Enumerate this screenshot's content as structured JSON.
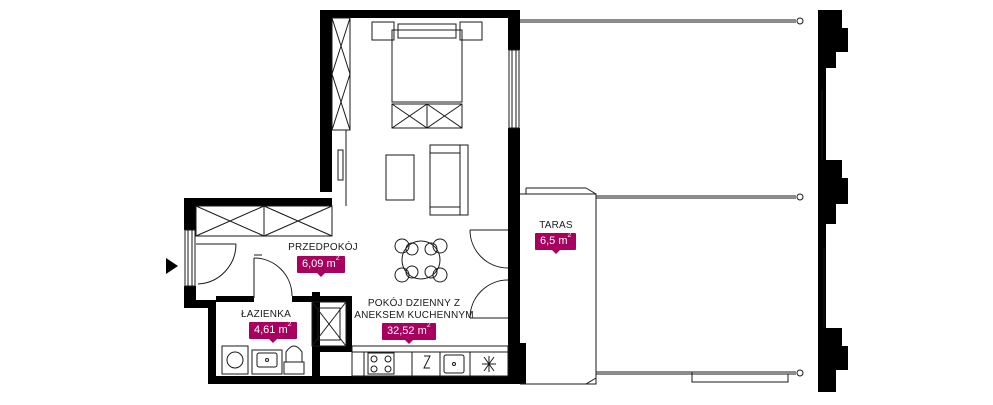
{
  "colors": {
    "wall": "#000000",
    "line": "#1a1a1a",
    "thin": "#777777",
    "badge": "#a8005e"
  },
  "icons": {
    "entrance": "entrance-arrow-icon",
    "sink": "sink-icon",
    "toilet": "toilet-icon",
    "washer": "washing-machine-icon",
    "shower": "shower-icon",
    "cooktop": "cooktop-icon",
    "bed": "bed-icon",
    "sofa": "sofa-icon",
    "table": "dining-table-icon",
    "fridge": "fridge-icon"
  },
  "rooms": {
    "hall": {
      "name": "PRZEDPOKÓJ",
      "area_value": "6,09 m",
      "unit_sup": "2"
    },
    "bathroom": {
      "name": "ŁAZIENKA",
      "area_value": "4,61 m",
      "unit_sup": "2"
    },
    "living": {
      "name_line1": "POKÓJ DZIENNY Z",
      "name_line2": "ANEKSEM KUCHENNYM",
      "area_value": "32,52 m",
      "unit_sup": "2"
    },
    "terrace": {
      "name": "TARAS",
      "area_value": "6,5 m",
      "unit_sup": "2"
    }
  }
}
